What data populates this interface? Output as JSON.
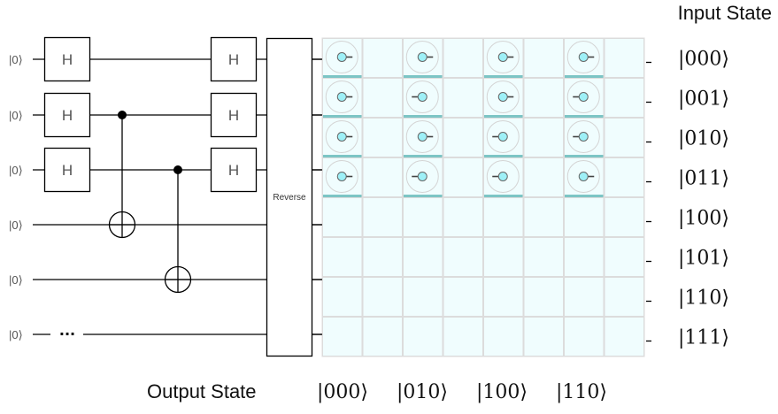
{
  "diagram": {
    "input_state_title": "Input State",
    "output_state_title": "Output State",
    "wires": [
      {
        "label": "|0⟩"
      },
      {
        "label": "|0⟩"
      },
      {
        "label": "|0⟩"
      },
      {
        "label": "|0⟩"
      },
      {
        "label": "|0⟩"
      },
      {
        "label": "|0⟩",
        "ellipsis": "···"
      }
    ],
    "gates": [
      {
        "type": "H",
        "label": "H",
        "wire": 0,
        "column": 0
      },
      {
        "type": "H",
        "label": "H",
        "wire": 1,
        "column": 0
      },
      {
        "type": "H",
        "label": "H",
        "wire": 2,
        "column": 0
      },
      {
        "type": "CNOT",
        "control": 1,
        "target": 3,
        "column": 1
      },
      {
        "type": "CNOT",
        "control": 2,
        "target": 4,
        "column": 2
      },
      {
        "type": "H",
        "label": "H",
        "wire": 0,
        "column": 3
      },
      {
        "type": "H",
        "label": "H",
        "wire": 1,
        "column": 3
      },
      {
        "type": "H",
        "label": "H",
        "wire": 2,
        "column": 3
      }
    ],
    "reverse_gate": {
      "label": "Reverse"
    },
    "input_states": [
      "|000⟩",
      "|001⟩",
      "|010⟩",
      "|011⟩",
      "|100⟩",
      "|101⟩",
      "|110⟩",
      "|111⟩"
    ],
    "output_state_labels": [
      "|000⟩",
      "|010⟩",
      "|100⟩",
      "|110⟩"
    ],
    "amplitude_grid": {
      "rows": 8,
      "columns": 8,
      "populated_columns": [
        0,
        2,
        4,
        6
      ],
      "populated_rows": [
        0,
        1,
        2,
        3
      ],
      "phases_deg": [
        [
          0,
          null,
          0,
          null,
          0,
          null,
          0,
          null
        ],
        [
          0,
          null,
          180,
          null,
          0,
          null,
          180,
          null
        ],
        [
          0,
          null,
          0,
          null,
          180,
          null,
          180,
          null
        ],
        [
          0,
          null,
          180,
          null,
          180,
          null,
          0,
          null
        ],
        [
          null,
          null,
          null,
          null,
          null,
          null,
          null,
          null
        ],
        [
          null,
          null,
          null,
          null,
          null,
          null,
          null,
          null
        ],
        [
          null,
          null,
          null,
          null,
          null,
          null,
          null,
          null
        ],
        [
          null,
          null,
          null,
          null,
          null,
          null,
          null,
          null
        ]
      ]
    },
    "colors": {
      "cell_bg": "#f0fdfe",
      "cell_border": "#dcdcdc",
      "amp_bar": "#7cc5c5",
      "amp_dot": "#9ef0f7",
      "phase_line": "#444444",
      "wire": "#000000"
    }
  }
}
